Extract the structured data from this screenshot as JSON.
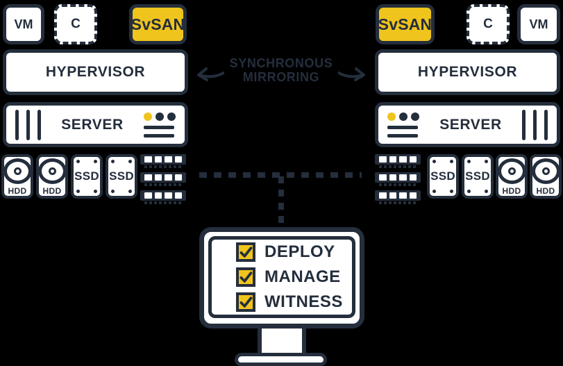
{
  "colors": {
    "navy": "#242E3C",
    "yellow": "#EFC41D",
    "white": "#FFFFFF",
    "background": "#000000"
  },
  "sync_label": {
    "line1": "SYNCHRONOUS",
    "line2": "MIRRORING"
  },
  "site_a": {
    "vm_label": "VM",
    "container_label": "C",
    "svsan_label": "SvSAN",
    "hypervisor_label": "HYPERVISOR",
    "server_label": "SERVER",
    "drives": {
      "hdd1": "HDD",
      "hdd2": "HDD",
      "ssd1": "SSD",
      "ssd2": "SSD"
    }
  },
  "site_b": {
    "vm_label": "VM",
    "container_label": "C",
    "svsan_label": "SvSAN",
    "hypervisor_label": "HYPERVISOR",
    "server_label": "SERVER",
    "drives": {
      "hdd1": "HDD",
      "hdd2": "HDD",
      "ssd1": "SSD",
      "ssd2": "SSD"
    }
  },
  "witness_monitor": {
    "items": [
      {
        "label": "DEPLOY",
        "checked": true
      },
      {
        "label": "MANAGE",
        "checked": true
      },
      {
        "label": "WITNESS",
        "checked": true
      }
    ]
  }
}
